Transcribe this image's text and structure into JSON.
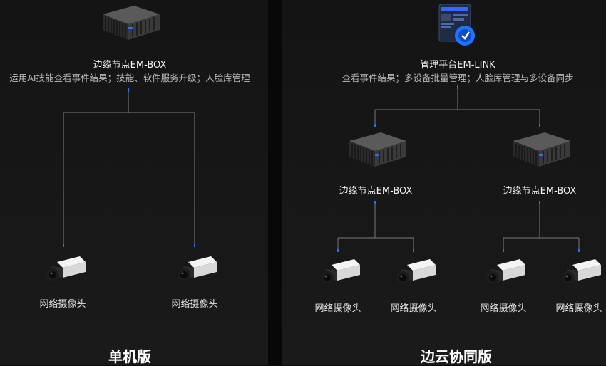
{
  "left": {
    "box_title": "边缘节点EM-BOX",
    "box_desc": "运用AI技能查看事件结果；技能、软件服务升级；人脸库管理",
    "cameras": [
      "网络摄像头",
      "网络摄像头"
    ],
    "footer": "单机版"
  },
  "right": {
    "platform_title": "管理平台EM-LINK",
    "platform_desc": "查看事件结果；多设备批量管理；人脸库管理与多设备同步",
    "boxes": [
      "边缘节点EM-BOX",
      "边缘节点EM-BOX"
    ],
    "cameras": [
      "网络摄像头",
      "网络摄像头",
      "网络摄像头",
      "网络摄像头"
    ],
    "footer": "边云协同版"
  },
  "colors": {
    "connector": "#7a7a7a",
    "arrow": "#1e73ff",
    "background": "#0d0d0d"
  }
}
